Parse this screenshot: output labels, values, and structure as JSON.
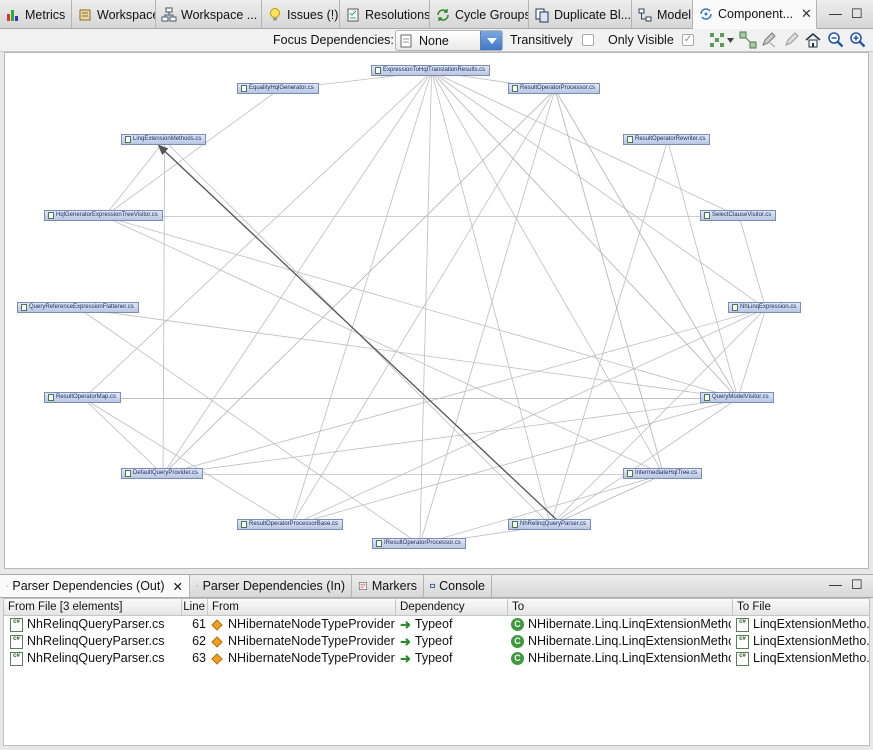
{
  "tabs": [
    {
      "label": "Metrics",
      "icon": "metrics-icon"
    },
    {
      "label": "Workspace",
      "icon": "workspace-icon"
    },
    {
      "label": "Workspace ...",
      "icon": "workspace-tree-icon"
    },
    {
      "label": "Issues (!)",
      "icon": "lightbulb-icon"
    },
    {
      "label": "Resolutions",
      "icon": "resolutions-icon"
    },
    {
      "label": "Cycle Groups",
      "icon": "cycle-icon"
    },
    {
      "label": "Duplicate Bl...",
      "icon": "duplicate-icon"
    },
    {
      "label": "Model",
      "icon": "model-icon"
    },
    {
      "label": "Component...",
      "icon": "component-icon",
      "active": true,
      "close": "✕"
    }
  ],
  "window_controls": {
    "minimize": "—",
    "maximize": "☐"
  },
  "toolbar": {
    "focus_label": "Focus Dependencies:",
    "focus_value": "None",
    "transitively_label": "Transitively",
    "only_visible_label": "Only Visible",
    "only_visible_checked": "✓"
  },
  "graph": {
    "nodes": [
      {
        "id": "n0",
        "label": "ExpressionToHqlTranslationResults.cs"
      },
      {
        "id": "n1",
        "label": "EqualityHqlGenerator.cs"
      },
      {
        "id": "n2",
        "label": "ResultOperatorProcessor.cs"
      },
      {
        "id": "n3",
        "label": "LinqExtensionMethods.cs"
      },
      {
        "id": "n4",
        "label": "ResultOperatorRewriter.cs"
      },
      {
        "id": "n5",
        "label": "HqlGeneratorExpressionTreeVisitor.cs"
      },
      {
        "id": "n6",
        "label": "SelectClauseVisitor.cs"
      },
      {
        "id": "n7",
        "label": "QueryReferenceExpressionFlattener.cs"
      },
      {
        "id": "n8",
        "label": "NhLinqExpression.cs"
      },
      {
        "id": "n9",
        "label": "ResultOperatorMap.cs"
      },
      {
        "id": "n10",
        "label": "QueryModelVisitor.cs"
      },
      {
        "id": "n11",
        "label": "DefaultQueryProvider.cs"
      },
      {
        "id": "n12",
        "label": "IntermediateHqlTree.cs"
      },
      {
        "id": "n13",
        "label": "ResultOperatorProcessorBase.cs"
      },
      {
        "id": "n14",
        "label": "NhRelinqQueryParser.cs"
      },
      {
        "id": "n15",
        "label": "IResultOperatorProcessor.cs"
      }
    ],
    "highlight_color": "#555555",
    "edge_color": "#bdbdbd"
  },
  "bottom_tabs": [
    {
      "label": "Parser Dependencies (Out)",
      "icon": "parser-dependencies-icon",
      "active": true,
      "close": "✕"
    },
    {
      "label": "Parser Dependencies (In)",
      "icon": "parser-dependencies-icon"
    },
    {
      "label": "Markers",
      "icon": "markers-icon"
    },
    {
      "label": "Console",
      "icon": "console-icon"
    }
  ],
  "table": {
    "columns": [
      "From File [3 elements]",
      "Line",
      "From",
      "Dependency",
      "To",
      "To File"
    ],
    "rows": [
      {
        "from_file": "NhRelinqQueryParser.cs",
        "line": "61",
        "from": "NHibernateNodeTypeProvider()",
        "dependency": "Typeof",
        "to": "NHibernate.Linq.LinqExtensionMethods",
        "to_file": "LinqExtensionMetho..."
      },
      {
        "from_file": "NhRelinqQueryParser.cs",
        "line": "62",
        "from": "NHibernateNodeTypeProvider()",
        "dependency": "Typeof",
        "to": "NHibernate.Linq.LinqExtensionMethods",
        "to_file": "LinqExtensionMetho..."
      },
      {
        "from_file": "NhRelinqQueryParser.cs",
        "line": "63",
        "from": "NHibernateNodeTypeProvider()",
        "dependency": "Typeof",
        "to": "NHibernate.Linq.LinqExtensionMethods",
        "to_file": "LinqExtensionMetho..."
      }
    ],
    "cs_icon_text": "c#",
    "class_icon_text": "C"
  }
}
